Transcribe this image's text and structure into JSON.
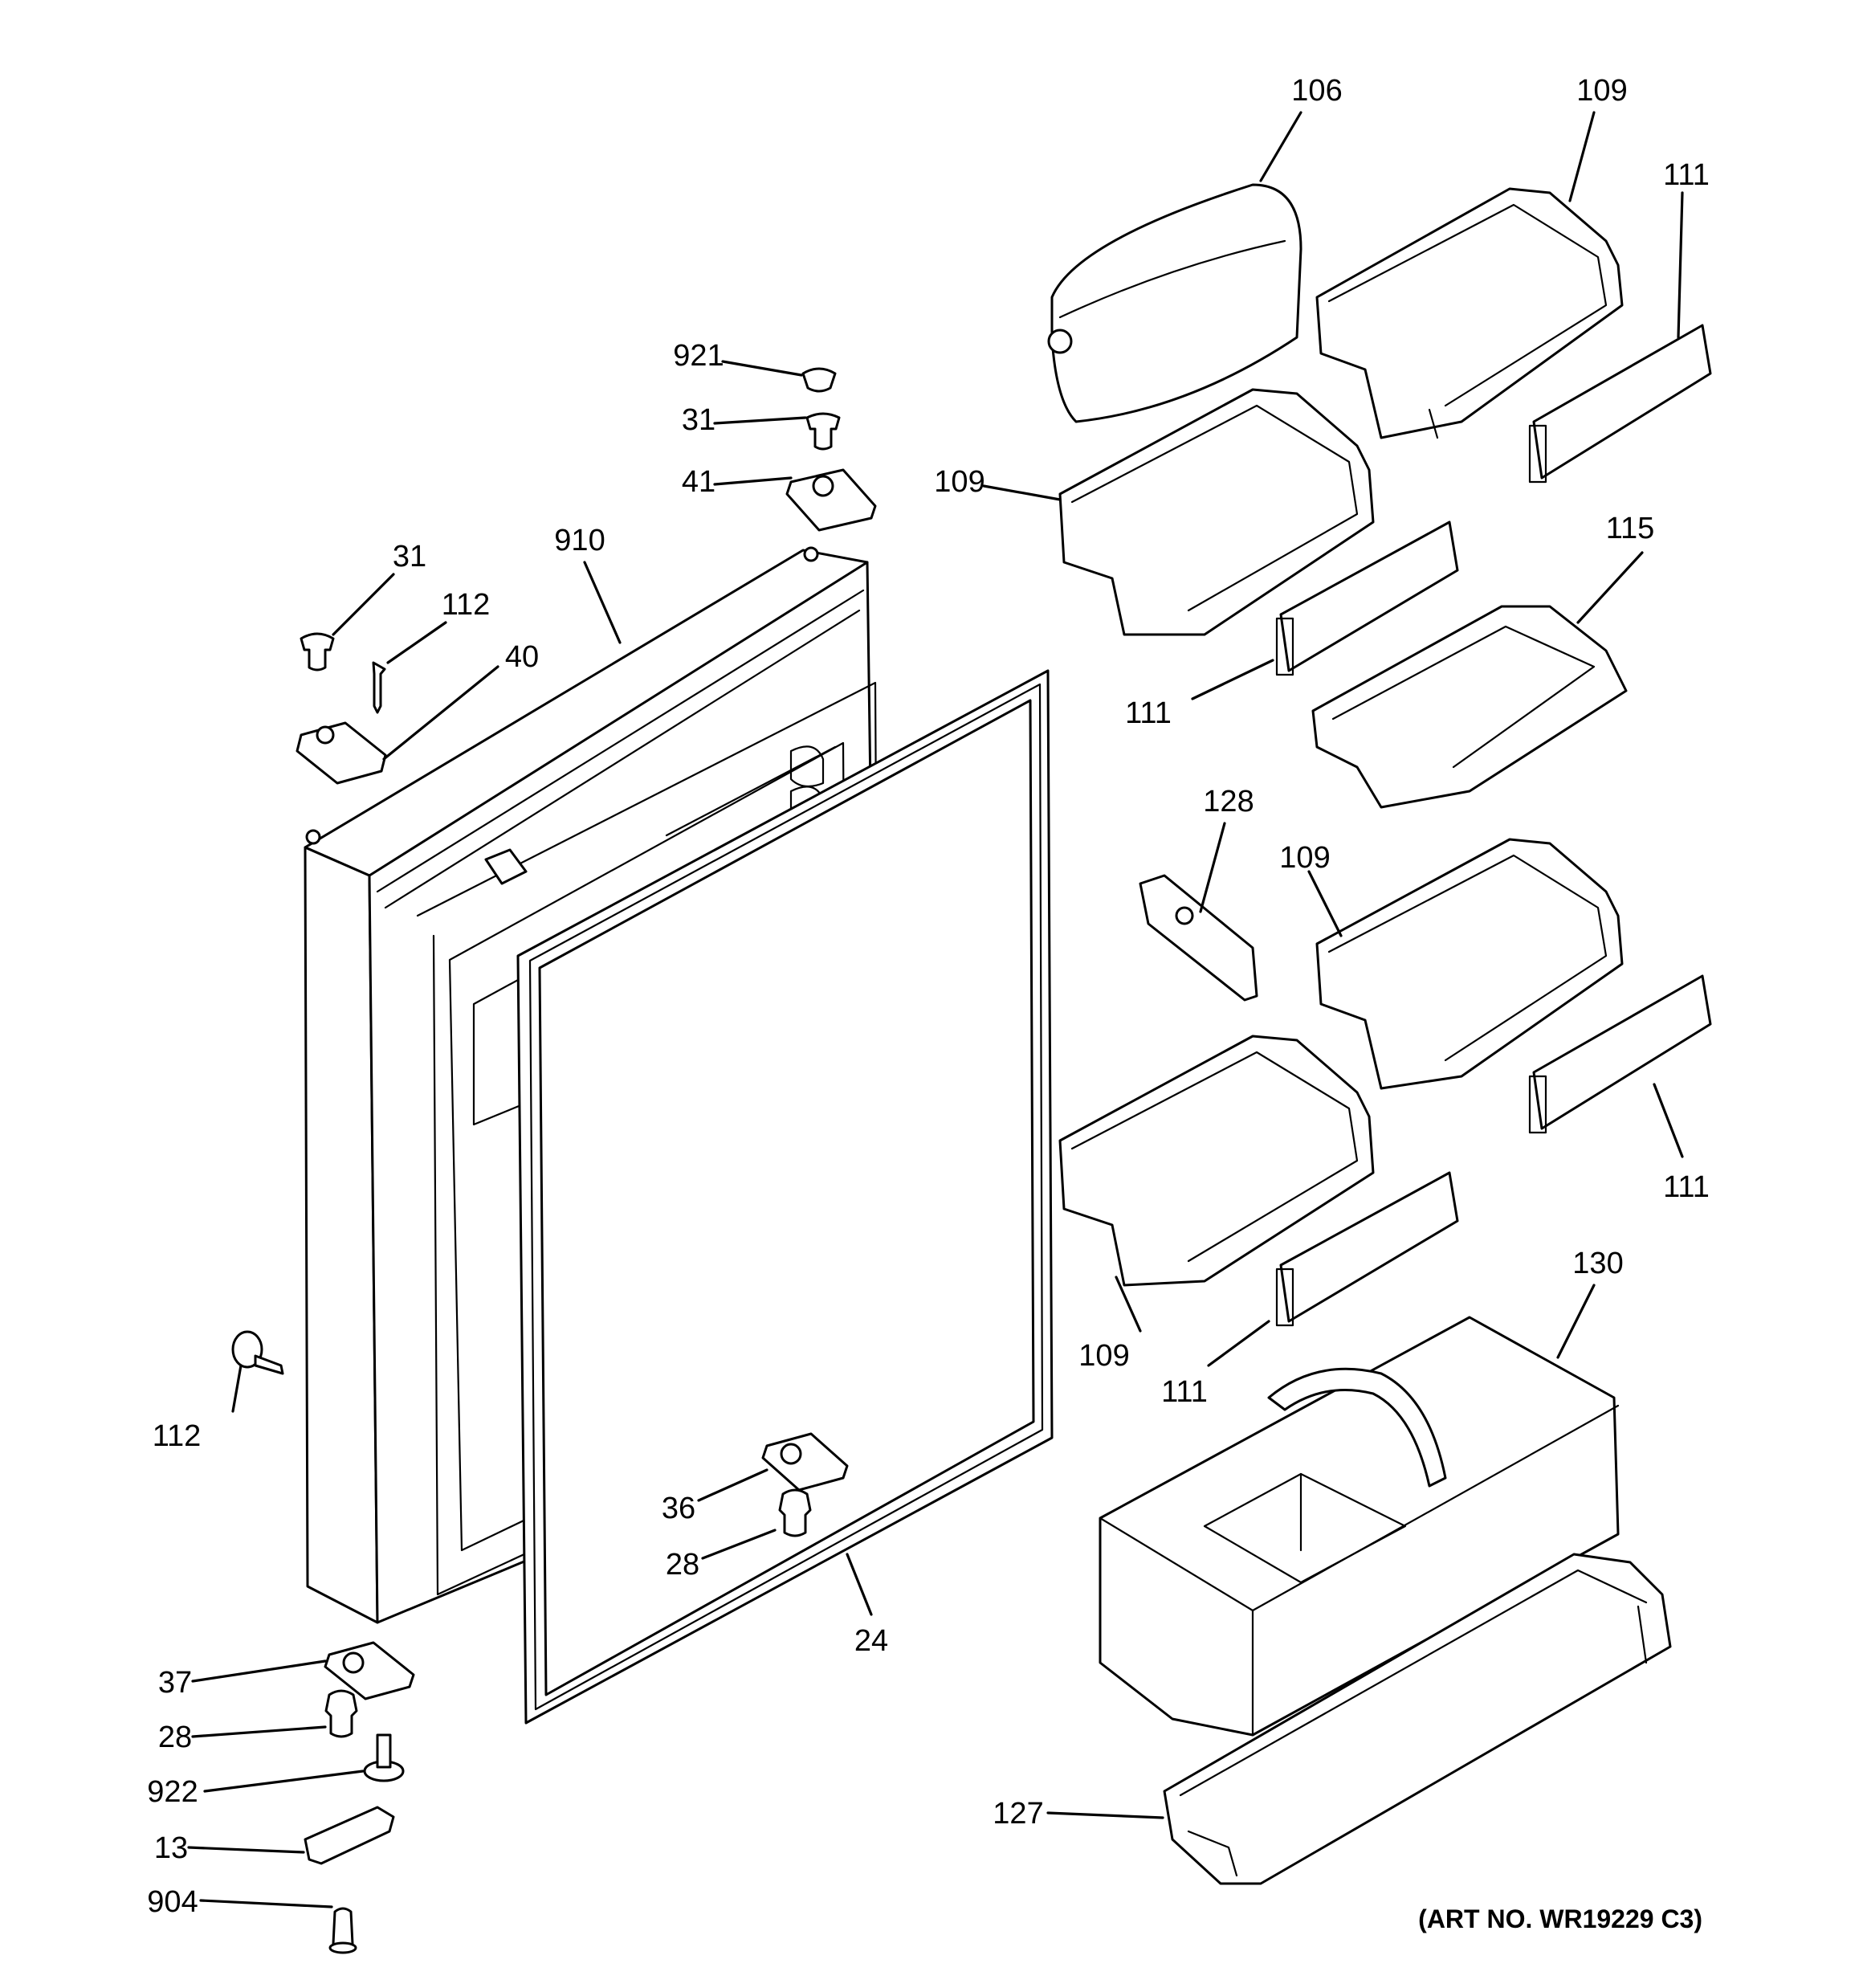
{
  "diagram": {
    "art_number": "(ART NO. WR19229 C3)",
    "callouts": {
      "c106": "106",
      "c109_top_right": "109",
      "c111_top_right": "111",
      "c921": "921",
      "c31_top": "31",
      "c41": "41",
      "c109_upper_left": "109",
      "c31_left": "31",
      "c112_top": "112",
      "c910": "910",
      "c40": "40",
      "c115": "115",
      "c111_upper_middle": "111",
      "c128": "128",
      "c109_middle": "109",
      "c111_lower_right": "111",
      "c109_lower": "109",
      "c111_lower": "111",
      "c130": "130",
      "c112_side": "112",
      "c36": "36",
      "c28_center": "28",
      "c24": "24",
      "c37": "37",
      "c28_bottom": "28",
      "c922": "922",
      "c13": "13",
      "c904": "904",
      "c127": "127"
    }
  }
}
